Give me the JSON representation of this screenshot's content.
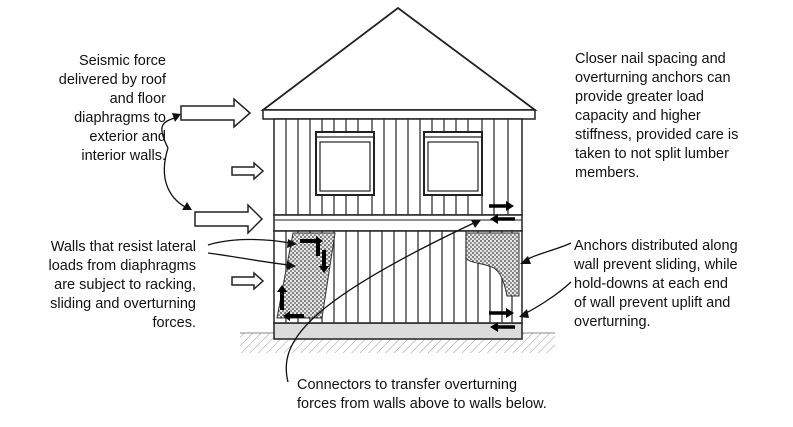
{
  "notes": {
    "seismic": [
      "Seismic force",
      "delivered by roof",
      "and floor",
      "diaphragms to",
      "exterior and",
      "interior walls."
    ],
    "walls": [
      "Walls that resist lateral",
      "loads from diaphragms",
      "are subject to racking,",
      "sliding and overturning",
      "forces."
    ],
    "nailing": [
      "Closer nail spacing and",
      "overturning anchors can",
      "provide greater load",
      "capacity and higher",
      "stiffness, provided care is",
      "taken to not split lumber",
      "members."
    ],
    "anchors": [
      "Anchors distributed along",
      "wall prevent sliding, while",
      "hold-downs at each end",
      "of wall prevent uplift and",
      "overturning."
    ],
    "connectors": [
      "Connectors to transfer overturning",
      "forces from walls above to walls below."
    ]
  }
}
